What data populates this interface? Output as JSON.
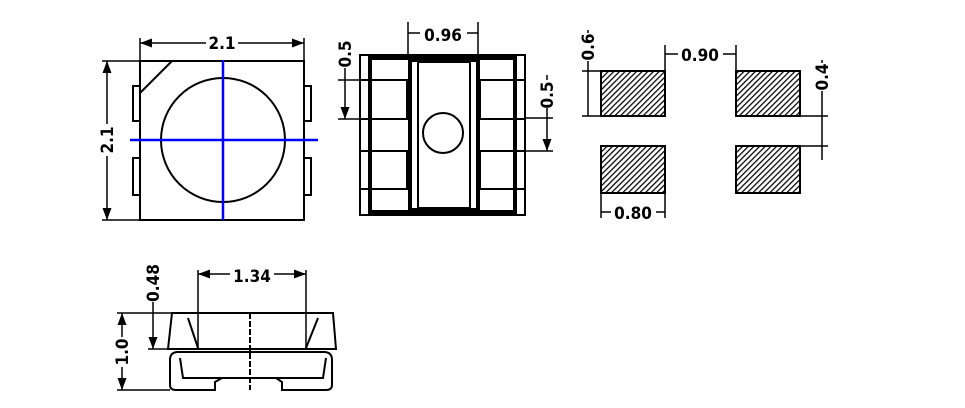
{
  "top_view": {
    "width_label": "2.1",
    "height_label": "2.1"
  },
  "pin_view": {
    "center_width_label": "0.96",
    "pad_pitch_left_label": "0.5",
    "pad_pitch_right_label": "0.5"
  },
  "footprint": {
    "pad_height_label": "0.6",
    "pad_gap_label": "0.90",
    "pad_spacing_label": "0.4",
    "pad_width_label": "0.80"
  },
  "side_view": {
    "lens_width_label": "1.34",
    "lens_height_label": "0.48",
    "total_height_label": "1.0"
  },
  "colors": {
    "centerline": "#0000ff",
    "line": "#000000"
  }
}
